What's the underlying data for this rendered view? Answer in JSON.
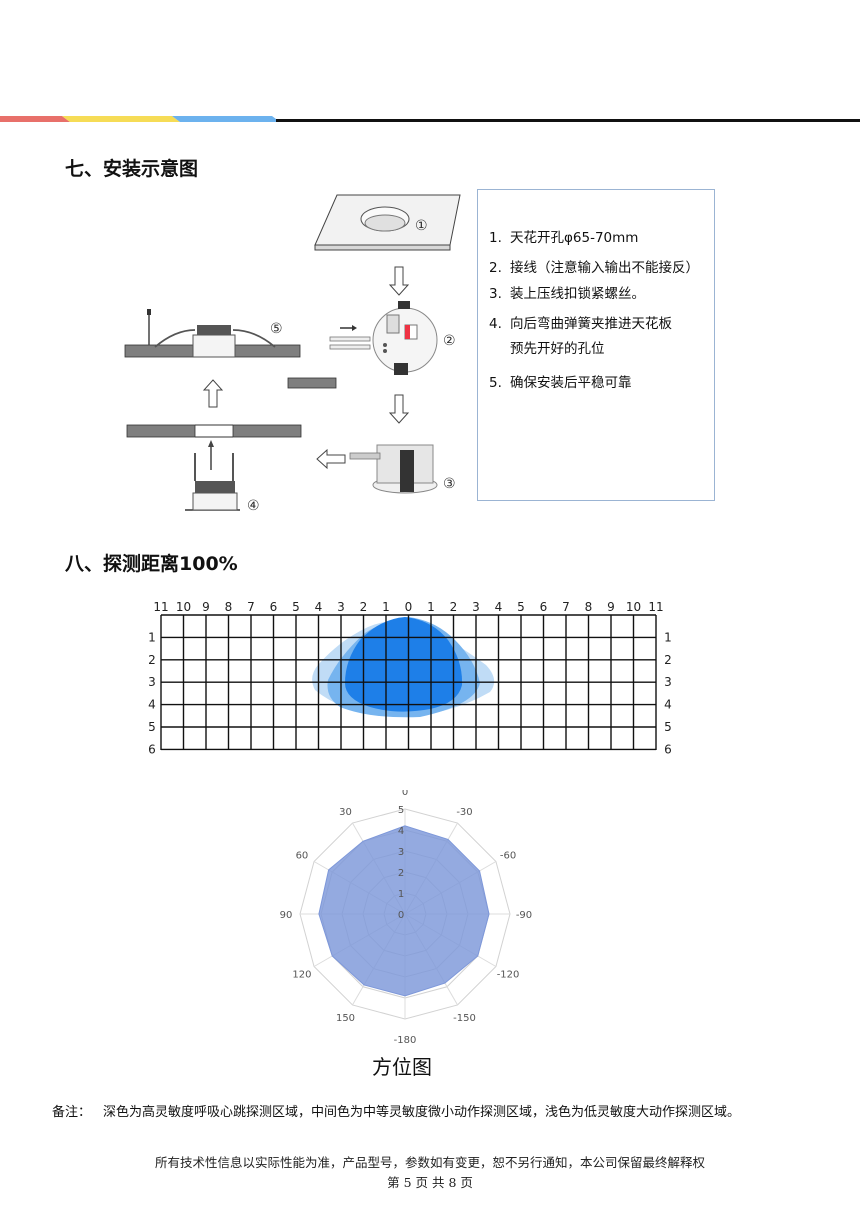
{
  "header": {
    "bar_colors": [
      "#e8706a",
      "#f6dc56",
      "#6cb2ee",
      "#111111"
    ]
  },
  "section7": {
    "title": "七、安装示意图",
    "diagram_labels": [
      "①",
      "②",
      "③",
      "④",
      "⑤"
    ],
    "steps": [
      {
        "num": "1.",
        "text": "天花开孔φ65-70mm"
      },
      {
        "num": "2.",
        "text": "接线（注意输入输出不能接反）"
      },
      {
        "num": "3.",
        "text": "装上压线扣锁紧螺丝。"
      },
      {
        "num": "4.",
        "text": "向后弯曲弹簧夹推进天花板",
        "text2": "预先开好的孔位"
      },
      {
        "num": "5.",
        "text": "确保安装后平稳可靠"
      }
    ]
  },
  "section8": {
    "title": "八、探测距离100%",
    "grid_top_labels": [
      "11",
      "10",
      "9",
      "8",
      "7",
      "6",
      "5",
      "4",
      "3",
      "2",
      "1",
      "0",
      "1",
      "2",
      "3",
      "4",
      "5",
      "6",
      "7",
      "8",
      "9",
      "10",
      "11"
    ],
    "grid_side_labels": [
      "1",
      "2",
      "3",
      "4",
      "5",
      "6"
    ],
    "zone_colors": {
      "high": "#1e7fe8",
      "medium": "#76b4ef",
      "low": "#c0dcf6"
    }
  },
  "chart_data": {
    "type": "radar",
    "title": "",
    "radial_range": [
      0,
      5
    ],
    "radial_ticks": [
      "0",
      "1",
      "2",
      "3",
      "4",
      "5"
    ],
    "angle_labels": [
      "0",
      "-30",
      "-60",
      "-90",
      "-120",
      "-150",
      "-180",
      "150",
      "120",
      "90",
      "60",
      "30"
    ],
    "series": [
      {
        "angles": [
          0,
          -30,
          -60,
          -90,
          -120,
          -150,
          180,
          150,
          120,
          90,
          60,
          30
        ],
        "values": [
          4.2,
          4.1,
          4.1,
          4.0,
          4.0,
          3.8,
          3.9,
          3.9,
          4.0,
          4.1,
          4.2,
          4.0
        ],
        "color": "#7d97d9"
      }
    ],
    "caption": "方位图"
  },
  "note": {
    "label": "备注：",
    "text": "深色为高灵敏度呼吸心跳探测区域，中间色为中等灵敏度微小动作探测区域，浅色为低灵敏度大动作探测区域。"
  },
  "footer": {
    "disclaimer": "所有技术性信息以实际性能为准，产品型号，参数如有变更，恕不另行通知，本公司保留最终解释权",
    "page": "第 5 页 共 8 页"
  }
}
